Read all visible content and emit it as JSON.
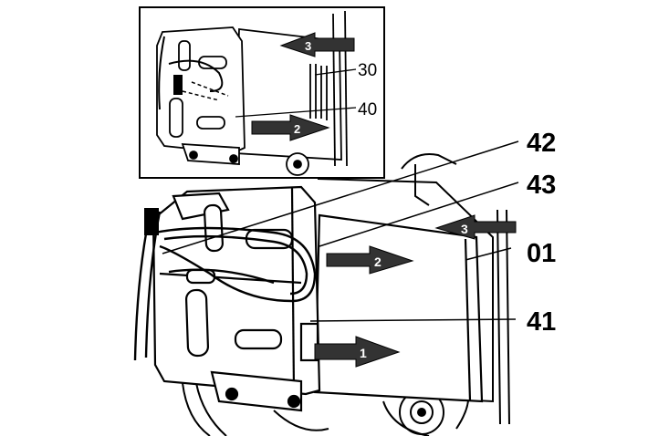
{
  "inset": {
    "callouts": {
      "c30": "30",
      "c40": "40"
    },
    "arrows": {
      "a3": "3",
      "a2": "2"
    }
  },
  "main": {
    "callouts": {
      "c42": "42",
      "c43": "43",
      "c01": "01",
      "c41": "41"
    },
    "arrows": {
      "a3": "3",
      "a2": "2",
      "a1": "1"
    }
  },
  "colors": {
    "line": "#000000",
    "background": "#ffffff",
    "arrow_fill": "#333333"
  }
}
